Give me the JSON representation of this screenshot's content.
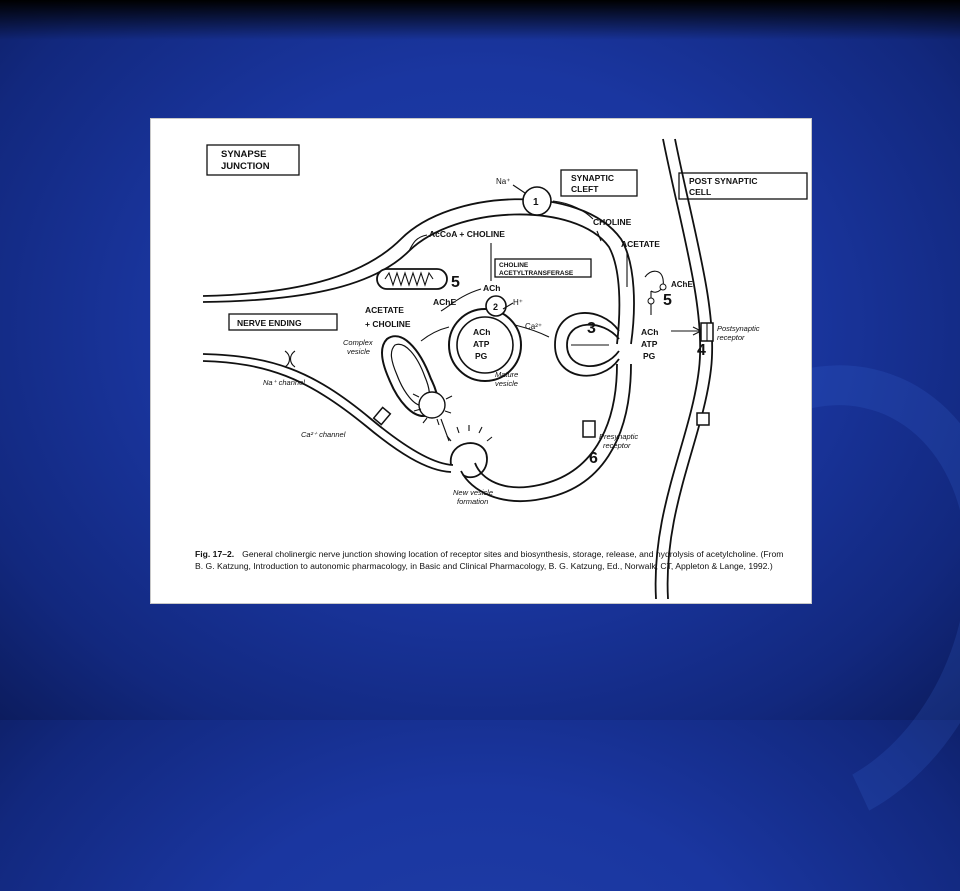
{
  "labels": {
    "synapse_junction_1": "SYNAPSE",
    "synapse_junction_2": "JUNCTION",
    "synaptic_cleft_1": "SYNAPTIC",
    "synaptic_cleft_2": "CLEFT",
    "post_synaptic_cell_1": "POST SYNAPTIC",
    "post_synaptic_cell_2": "CELL",
    "nerve_ending": "NERVE ENDING",
    "na_plus": "Na⁺",
    "choline_top": "CHOLINE",
    "acetate_top": "ACETATE",
    "acoa_choline": "AcCoA + CHOLINE",
    "transferase_1": "CHOLINE",
    "transferase_2": "ACETYLTRANSFERASE",
    "ach_center": "ACh",
    "ache_left": "AChE",
    "ache_right": "AChE",
    "acetate_left": "ACETATE",
    "plus_choline": "+ CHOLINE",
    "h_plus": "H⁺",
    "vesicle_ach": "ACh",
    "vesicle_atp": "ATP",
    "vesicle_pg": "PG",
    "ca2_plus": "Ca²⁺",
    "cleft_ach": "ACh",
    "cleft_atp": "ATP",
    "cleft_pg": "PG",
    "complex_vesicle_1": "Complex",
    "complex_vesicle_2": "vesicle",
    "mature_vesicle_1": "Mature",
    "mature_vesicle_2": "vesicle",
    "na_channel": "Na⁺ channel",
    "ca_channel": "Ca²⁺ channel",
    "presynaptic_receptor_1": "Presynaptic",
    "presynaptic_receptor_2": "receptor",
    "postsynaptic_receptor_1": "Postsynaptic",
    "postsynaptic_receptor_2": "receptor",
    "new_vesicle_1": "New vesicle",
    "new_vesicle_2": "formation"
  },
  "step_numbers": {
    "one": "1",
    "two": "2",
    "three": "3",
    "four": "4",
    "five_left": "5",
    "five_right": "5",
    "six": "6"
  },
  "caption": {
    "figure_number": "Fig. 17–2.",
    "text": "General cholinergic nerve junction showing location of receptor sites and biosynthesis, storage, release, and hydrolysis of acetylcholine. (From B. G. Katzung, Introduction to autonomic pharmacology, in Basic and Clinical Pharmacology, B. G. Katzung, Ed., Norwalk, CT, Appleton & Lange, 1992.)"
  }
}
